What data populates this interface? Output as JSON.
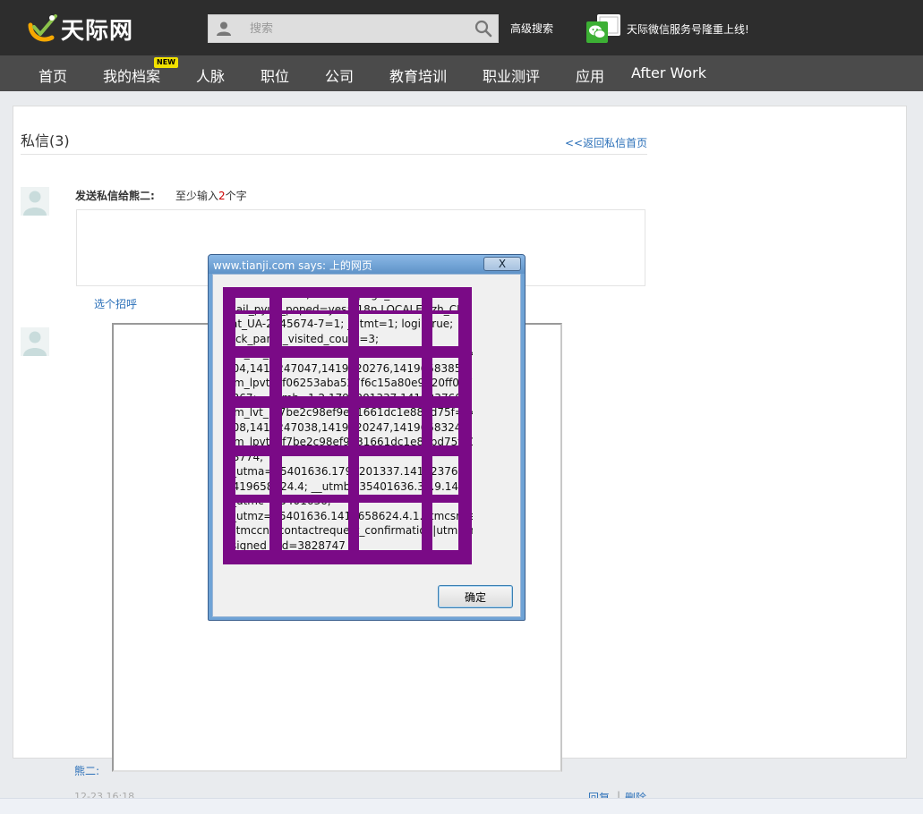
{
  "header": {
    "logo_text": "天际网",
    "search_placeholder": "搜索",
    "advanced_search": "高级搜索",
    "wechat_notice": "天际微信服务号隆重上线!"
  },
  "nav": {
    "items": [
      {
        "label": "首页"
      },
      {
        "label": "我的档案",
        "badge": "NEW"
      },
      {
        "label": "人脉"
      },
      {
        "label": "职位"
      },
      {
        "label": "公司"
      },
      {
        "label": "教育培训"
      },
      {
        "label": "职业测评"
      },
      {
        "label": "应用"
      },
      {
        "label": "After Work"
      }
    ]
  },
  "page": {
    "title": "私信(3)",
    "back_link": "<<返回私信首页",
    "send_label": "发送私信给熊二:",
    "min_hint_prefix": "至少输入",
    "min_hint_num": "2",
    "min_hint_suffix": "个字",
    "greet_link": "选个招呼",
    "sender_name": "熊二:",
    "message_time": "12-23 16:18",
    "reply": "回复",
    "separator": "|",
    "delete": "删除"
  },
  "dialog": {
    "title": "www.tianji.com says: 上的网页",
    "close_label": "X",
    "cookie_lines": [
      "seccode=close; current_page_name=home;",
      "mail_pyuk_poped=yes; i18n.LOCALE=zh_CN;",
      "_at_UA-2345674-7=1; _utmt=1; logintrue;",
      "nick_panel_visited_count=3;",
      "Hm_lvt_7f7be2c98ef9e31661dc1e88bd75f=1419237",
      "204,1419247047,1419320276,1419658385;",
      "Hm_lpvt_7f06253aba527f6c15a80e9b20ff017a=141965",
      "8367; __utmb=1.2.1795201337.1419237608",
      "Hm_lvt_7f7be2c98ef9e31661dc1e88bd75f=1419237",
      "208,1419247038,1419320247,1419658324;",
      "Hm_lpvt_7f7be2c98ef9e31661dc1e88bd75f=14196",
      "58774;",
      "__utma=35401636.1795201337.1419237608.1419320246.",
      "1419658324.4; __utmb=35401636.36.9.1419658373241;",
      "__utmc=35401636;",
      "__utmz=35401636.1419658624.4.1.utmcsr=system_tianji",
      "|utmccn=contactrequest_confirmation|utmcmd=email;",
      "_signed_uid=3828747"
    ],
    "ok_label": "确定"
  },
  "colors": {
    "header_bg": "#2d2d2d",
    "nav_bg": "#4b4b4b",
    "link_blue": "#2a6fb8",
    "grid_purple": "#7a0a86",
    "badge_yellow": "#f2e200"
  }
}
